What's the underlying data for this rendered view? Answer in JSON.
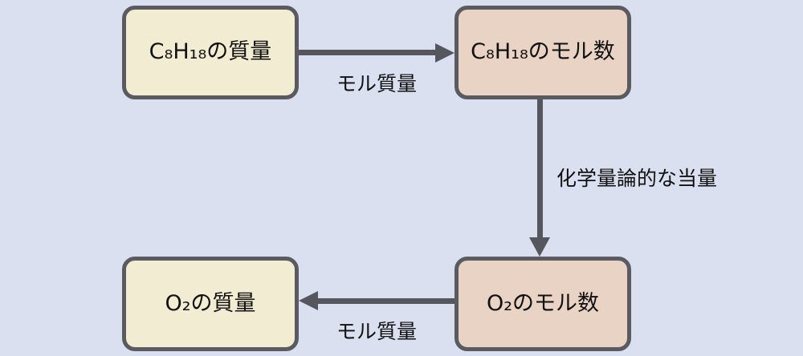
{
  "diagram": {
    "type": "flowchart",
    "boxes": [
      {
        "id": "c8h18-mass",
        "label": "C₈H₁₈の質量",
        "fill": "cream"
      },
      {
        "id": "c8h18-moles",
        "label": "C₈H₁₈のモル数",
        "fill": "pink"
      },
      {
        "id": "o2-moles",
        "label": "O₂のモル数",
        "fill": "pink"
      },
      {
        "id": "o2-mass",
        "label": "O₂の質量",
        "fill": "cream"
      }
    ],
    "arrows": [
      {
        "from": "c8h18-mass",
        "to": "c8h18-moles",
        "direction": "right",
        "label": "モル質量"
      },
      {
        "from": "c8h18-moles",
        "to": "o2-moles",
        "direction": "down",
        "label": "化学量論的な当量"
      },
      {
        "from": "o2-moles",
        "to": "o2-mass",
        "direction": "left",
        "label": "モル質量"
      }
    ],
    "colors": {
      "background": "#dbe0f0",
      "box_cream_fill": "#f2ecd2",
      "box_pink_fill": "#e9d3c4",
      "box_border": "#5a5b61",
      "arrow": "#56575e",
      "text": "#111111"
    }
  }
}
